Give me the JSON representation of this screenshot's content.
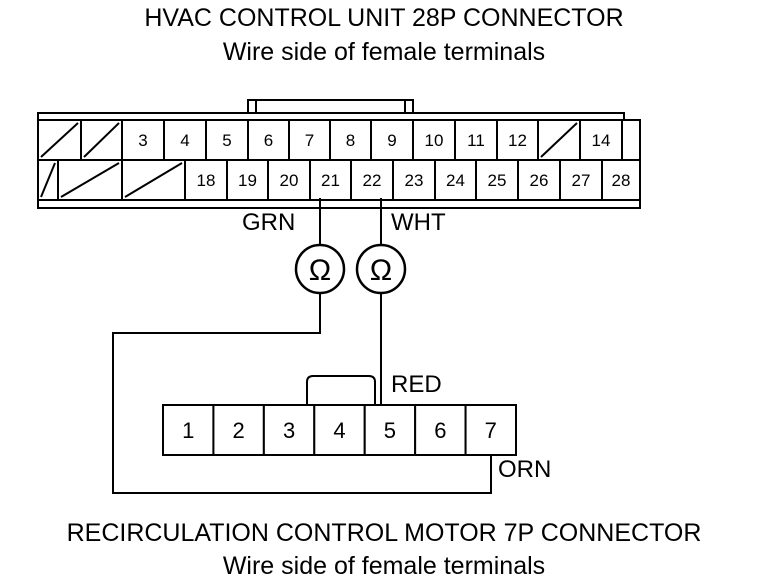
{
  "top_connector": {
    "title": "HVAC CONTROL UNIT 28P CONNECTOR",
    "subtitle": "Wire side of female terminals",
    "row1": [
      "",
      "",
      "3",
      "4",
      "5",
      "6",
      "7",
      "8",
      "9",
      "10",
      "11",
      "12",
      "",
      "14"
    ],
    "row2": [
      "",
      "",
      "",
      "18",
      "19",
      "20",
      "21",
      "22",
      "23",
      "24",
      "25",
      "26",
      "27",
      "28"
    ]
  },
  "bottom_connector": {
    "title": "RECIRCULATION CONTROL MOTOR 7P CONNECTOR",
    "subtitle": "Wire side of female terminals",
    "pins": [
      "1",
      "2",
      "3",
      "4",
      "5",
      "6",
      "7"
    ]
  },
  "wires": {
    "grn": "GRN",
    "wht": "WHT",
    "red": "RED",
    "orn": "ORN"
  },
  "meter_symbol": "Ω"
}
